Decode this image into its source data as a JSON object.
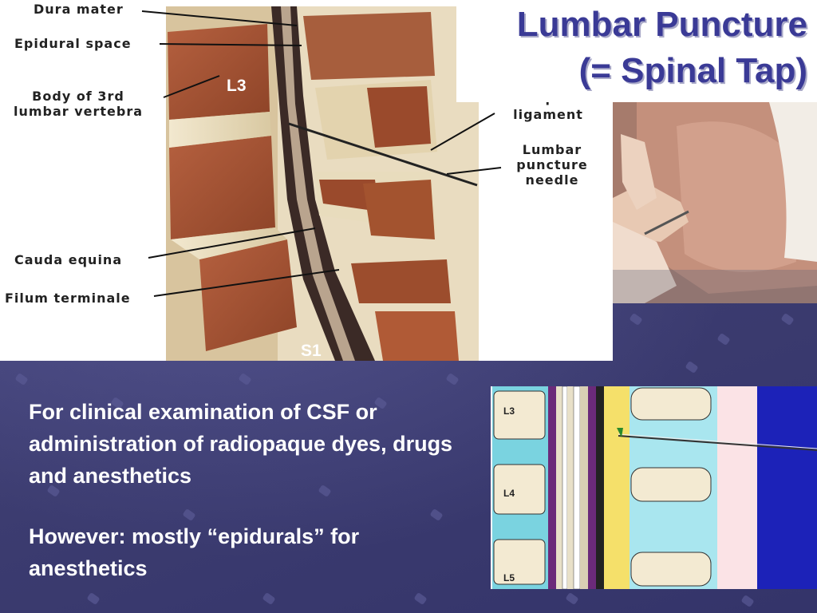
{
  "slide": {
    "title_line1": "Lumbar Puncture",
    "title_line2": "(= Spinal Tap)",
    "paragraph1": "For clinical examination of CSF or administration of radiopaque  dyes, drugs and anesthetics",
    "paragraph2": "However: mostly “epidurals” for anesthetics"
  },
  "anatomy_labels": {
    "dura_mater": "Dura mater",
    "epidural_space": "Epidural space",
    "body_line1": "Body of 3rd",
    "body_line2": "lumbar vertebra",
    "interspinous_partial": "Interspinous",
    "ligament": "ligament",
    "needle_line1": "Lumbar",
    "needle_line2": "puncture",
    "needle_line3": "needle",
    "cauda_equina": "Cauda equina",
    "filum_terminale": "Filum terminale",
    "tag_l3": "L3",
    "tag_s1": "S1"
  },
  "diagram_labels": {
    "l3": "L3",
    "l4": "L4",
    "l5": "L5"
  },
  "colors": {
    "title": "#3a3a96",
    "background": "#45457a",
    "body_text": "#ffffff"
  }
}
